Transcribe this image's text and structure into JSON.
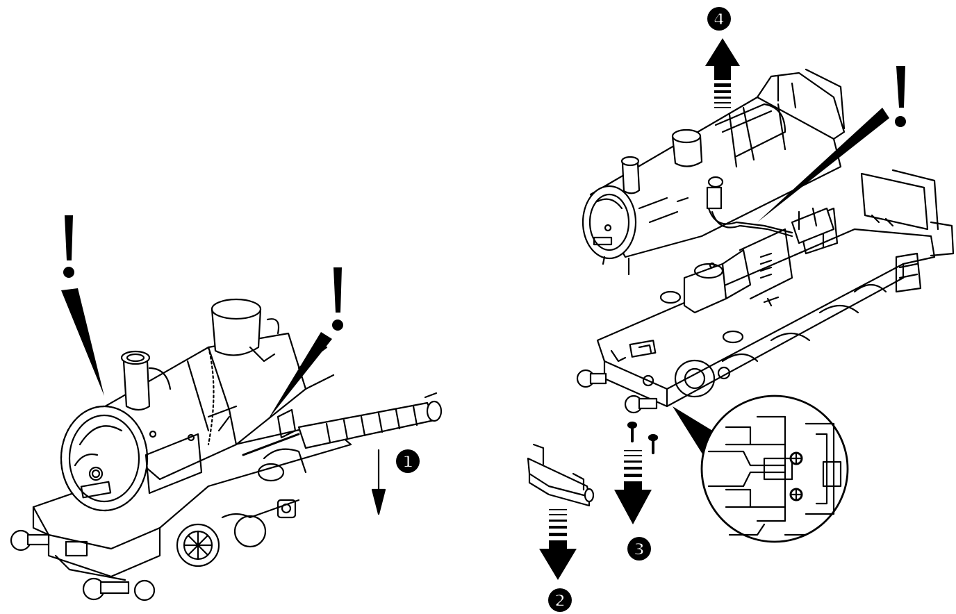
{
  "steps": [
    {
      "id": "1",
      "label": "1"
    },
    {
      "id": "2",
      "label": "2"
    },
    {
      "id": "3",
      "label": "3"
    },
    {
      "id": "4",
      "label": "4"
    }
  ],
  "warning_symbol": "!",
  "colors": {
    "ink": "#000000",
    "paper": "#ffffff"
  }
}
